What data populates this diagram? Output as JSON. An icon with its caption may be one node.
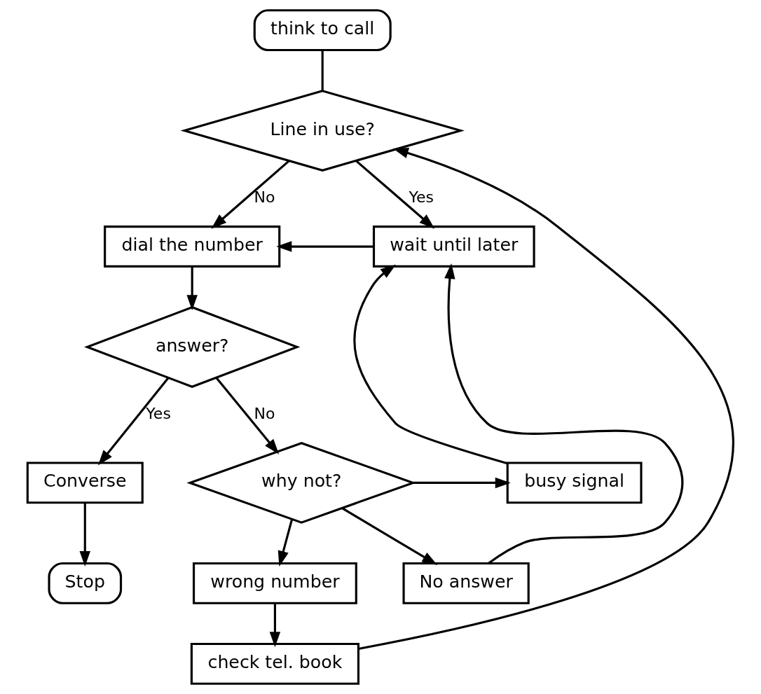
{
  "diagram": {
    "nodes": [
      {
        "text": [
          "think to call"
        ]
      },
      {
        "text": [
          "Line in use?"
        ]
      },
      {
        "text": [
          "dial the number"
        ]
      },
      {
        "text": [
          "wait until later"
        ]
      },
      {
        "text": [
          "check tel. book"
        ]
      },
      {
        "text": [
          "answer?"
        ]
      },
      {
        "text": [
          "wrong number"
        ]
      },
      {
        "text": [
          "Converse"
        ]
      },
      {
        "text": [
          "why not?"
        ]
      },
      {
        "text": [
          "busy signal"
        ]
      },
      {
        "text": [
          "Stop"
        ]
      },
      {
        "text": [
          "No answer"
        ]
      }
    ],
    "edges": [
      {
        "from": 0,
        "to": 1,
        "arrow": "none"
      },
      {
        "from": 1,
        "to": 2,
        "arrow": "to",
        "label": "No"
      },
      {
        "from": 1,
        "to": 3,
        "arrow": "to",
        "label": "Yes"
      },
      {
        "from": 3,
        "to": 2,
        "arrow": "to"
      },
      {
        "from": 2,
        "to": 5,
        "arrow": "to"
      },
      {
        "from": 5,
        "to": 7,
        "arrow": "to",
        "label": "Yes"
      },
      {
        "from": 5,
        "to": 8,
        "arrow": "to",
        "label": "No"
      },
      {
        "from": 8,
        "to": 6,
        "arrow": "to"
      },
      {
        "from": 6,
        "to": 4,
        "arrow": "to"
      },
      {
        "from": 4,
        "to": 1,
        "arrow": "to"
      },
      {
        "from": 8,
        "to": 9,
        "arrow": "to"
      },
      {
        "from": 8,
        "to": 11,
        "arrow": "to"
      },
      {
        "from": 9,
        "to": 3,
        "arrow": "to"
      },
      {
        "from": 11,
        "to": 3,
        "arrow": "to"
      },
      {
        "from": 7,
        "to": 10,
        "arrow": "to"
      }
    ]
  }
}
